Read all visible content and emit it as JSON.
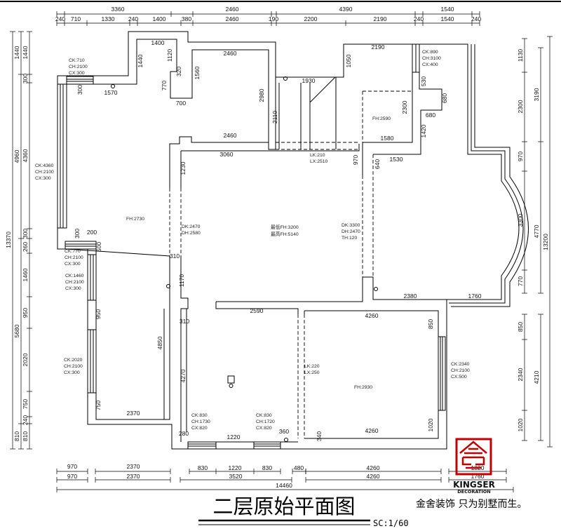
{
  "title": "二层原始平面图",
  "scale": "SC:1/60",
  "brand": {
    "name": "KINGSER",
    "sub": "DECORATION",
    "slogan": "金舍装饰 只为别墅而生。",
    "color": "#c00000",
    "logo_icon": "house-seal-logo"
  },
  "dims": {
    "top_overall": [
      "3360",
      "2460",
      "4390",
      "1540"
    ],
    "top_detail": [
      "240",
      "710",
      "1330",
      "240",
      "1400",
      "380",
      "2460",
      "190",
      "2200",
      "2190",
      "240",
      "1540",
      "240"
    ],
    "left_outer": "13370",
    "left_mid": [
      "1440",
      "4960",
      "5680",
      "810"
    ],
    "left_inner": [
      "1440",
      "300",
      "4360",
      "300",
      "260",
      "1460",
      "950",
      "2020",
      "750",
      "240",
      "810"
    ],
    "right_inner": [
      "1130",
      "2300",
      "970",
      "3300",
      "770",
      "850",
      "2340",
      "1020"
    ],
    "right_mid": [
      "3190",
      "4770",
      "4210"
    ],
    "right_outer": "13200",
    "bottom_row1": [
      "970",
      "2370",
      "830",
      "1220",
      "830",
      "480",
      "4260",
      "1320"
    ],
    "bottom_row2": [
      "970",
      "2370",
      "3520",
      "4260",
      "1760"
    ],
    "bottom_total": "14460"
  },
  "interior_dims": [
    "1400",
    "1440",
    "1120",
    "320",
    "770",
    "700",
    "1560",
    "2460",
    "2980",
    "2460",
    "300",
    "1570",
    "3060",
    "1230",
    "2110",
    "1930",
    "1050",
    "2190",
    "2300",
    "1580",
    "530",
    "680",
    "680",
    "1420",
    "1530",
    "640",
    "970",
    "300",
    "200",
    "500",
    "310",
    "1170",
    "310",
    "950",
    "4850",
    "4270",
    "750",
    "2370",
    "280",
    "1220",
    "360",
    "340",
    "2590",
    "4260",
    "850",
    "1020",
    "4260",
    "2380",
    "1760"
  ],
  "notes": {
    "win_nw": [
      "CK:710",
      "CH:2100",
      "CX:300"
    ],
    "win_west": [
      "CK:4360",
      "CH:2100",
      "CX:300"
    ],
    "room_west_fh": "FH:2730",
    "win_ne": [
      "CK:890",
      "CH:3100",
      "CX:400"
    ],
    "room_ne_fh": "FH:2590",
    "stair_opening": [
      "LK:210",
      "LX:2510"
    ],
    "door_west": [
      "DK:2470",
      "DH:2580"
    ],
    "living_fh": [
      "最低FH:3200",
      "最高FH:5140"
    ],
    "door_east": [
      "DK:3300",
      "DH:2470",
      "TH:120"
    ],
    "win_w1": [
      "CK:770",
      "CH:2100",
      "CX:300"
    ],
    "win_w2": [
      "CK:1460",
      "CH:2100",
      "CX:300"
    ],
    "win_w3": [
      "CK:2020",
      "CH:2100",
      "CX:300"
    ],
    "win_e": [
      "CK:2340",
      "CH:2100",
      "CX:500"
    ],
    "beam": [
      "LK:220",
      "LX:250"
    ],
    "room_se_fh": "FH:2930",
    "win_s1": [
      "CK:830",
      "CH:1730",
      "CX:820"
    ],
    "win_s2": [
      "CK:830",
      "CH:1720",
      "CX:820"
    ]
  }
}
